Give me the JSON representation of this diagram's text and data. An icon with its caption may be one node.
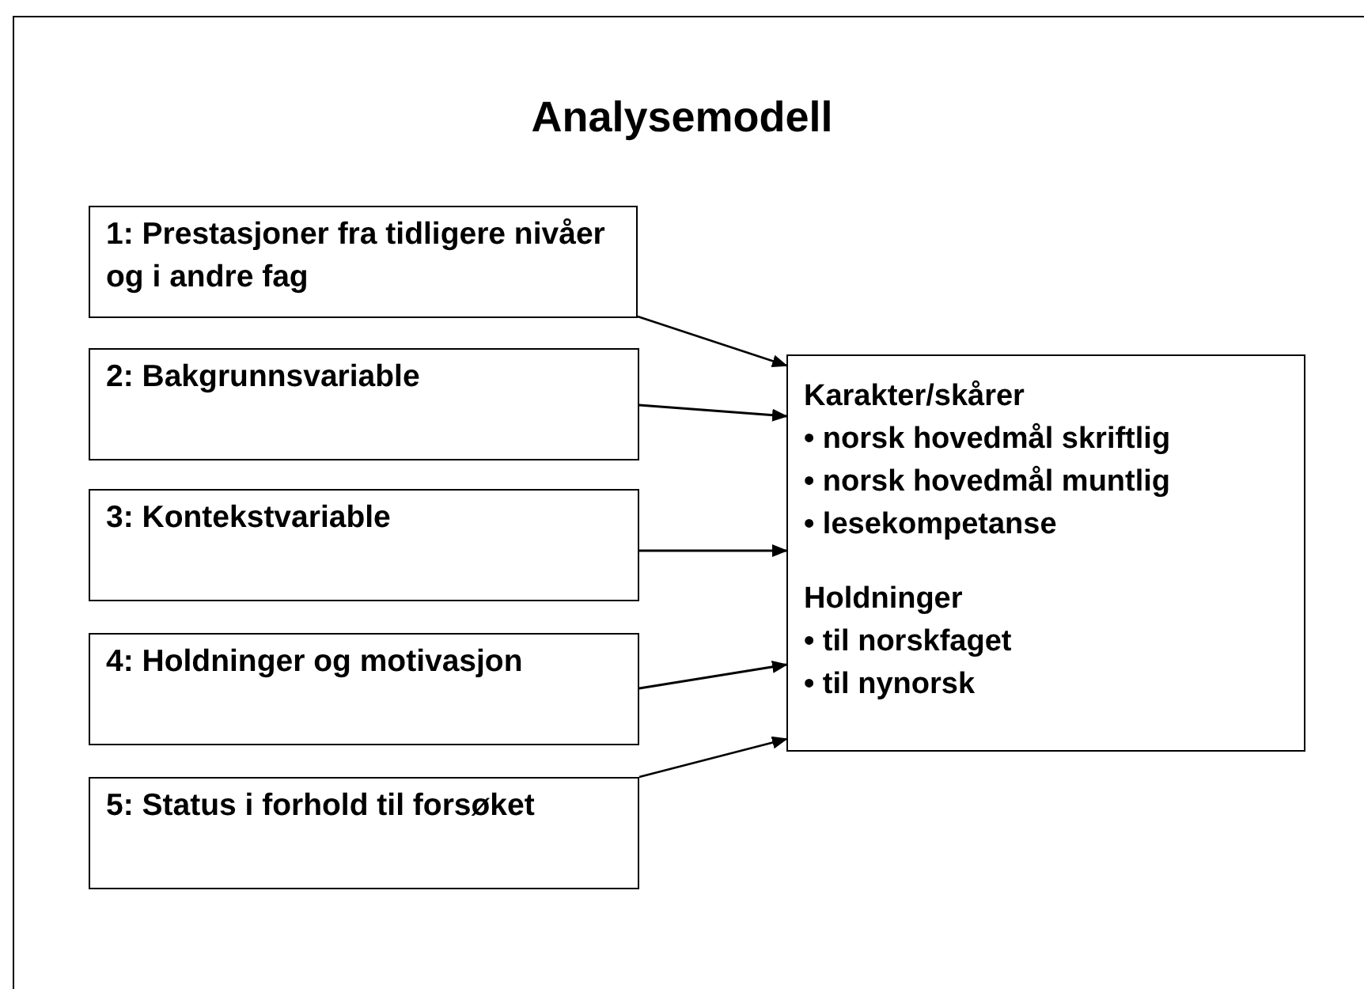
{
  "diagram": {
    "title": "Analysemodell",
    "nodes": [
      {
        "text": [
          "1: Prestasjoner fra tidligere nivåer og i andre fag"
        ]
      },
      {
        "text": [
          "2: Bakgrunnsvariable"
        ]
      },
      {
        "text": [
          "3: Kontekstvariable"
        ]
      },
      {
        "text": [
          "4: Holdninger og motivasjon"
        ]
      },
      {
        "text": [
          "5: Status i forhold til forsøket"
        ]
      },
      {
        "text": [
          "Karakter/skårer",
          "• norsk hovedmål skriftlig",
          "• norsk hovedmål muntlig",
          "• lesekompetanse",
          "Holdninger",
          "• til norskfaget",
          "• til nynorsk"
        ]
      }
    ],
    "edges": [
      {
        "from": 0,
        "to": 5,
        "arrow": "to"
      },
      {
        "from": 1,
        "to": 5,
        "arrow": "to"
      },
      {
        "from": 2,
        "to": 5,
        "arrow": "to"
      },
      {
        "from": 3,
        "to": 5,
        "arrow": "to"
      },
      {
        "from": 4,
        "to": 5,
        "arrow": "to"
      }
    ]
  }
}
